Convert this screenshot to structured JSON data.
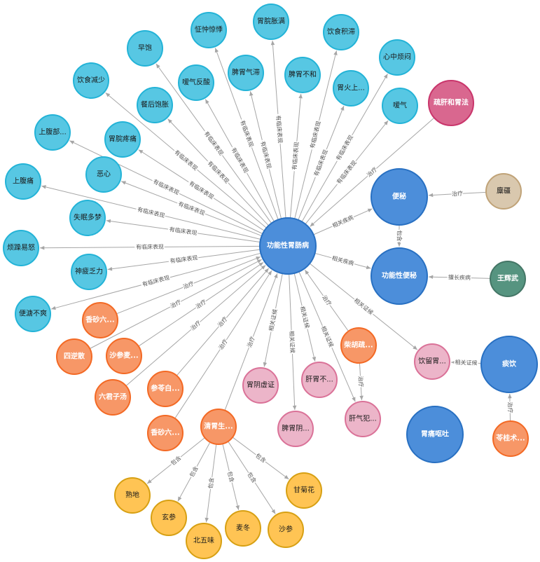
{
  "palette": {
    "symptom": "#57c7e3",
    "symptom_stroke": "#23b3d7",
    "disease": "#4c8eda",
    "disease_stroke": "#2870c2",
    "prescription": "#f79767",
    "prescription_stroke": "#f36924",
    "herb": "#ffc454",
    "herb_stroke": "#d7a013",
    "syndrome": "#ecb5c9",
    "syndrome_stroke": "#da7298",
    "method": "#d9678f",
    "method_stroke": "#c9356b",
    "doctor": "#d9c8ae",
    "doctor_stroke": "#c0a378",
    "expert": "#569480",
    "expert_stroke": "#447666",
    "edge": "#a6a6a6"
  },
  "nodes": {
    "fgid": {
      "label": "功能性胃肠病",
      "type": "disease"
    },
    "bianmi": {
      "label": "便秘",
      "type": "disease"
    },
    "gnxbm": {
      "label": "功能性便秘",
      "type": "disease"
    },
    "tanyin": {
      "label": "痰饮",
      "type": "disease"
    },
    "wtot": {
      "label": "胃痛呕吐",
      "type": "disease"
    },
    "shugan": {
      "label": "疏肝和胃法",
      "type": "method"
    },
    "menggang": {
      "label": "麋疆",
      "type": "doctor"
    },
    "wanghuiwu": {
      "label": "王辉武",
      "type": "expert"
    },
    "zhengchong": {
      "label": "怔忡惊悸",
      "type": "symptom"
    },
    "weiwanzhangman": {
      "label": "胃脘胀满",
      "type": "symptom"
    },
    "yinshijizhi": {
      "label": "饮食积滞",
      "type": "symptom"
    },
    "zaobao": {
      "label": "早饱",
      "type": "symptom"
    },
    "piweiqizhi": {
      "label": "脾胃气滞",
      "type": "symptom"
    },
    "piweibuhe": {
      "label": "脾胃不和",
      "type": "symptom"
    },
    "xinzhongfanmen": {
      "label": "心中烦闷",
      "type": "symptom"
    },
    "yinshijianshao": {
      "label": "饮食减少",
      "type": "symptom"
    },
    "aiqifansuan": {
      "label": "嗳气反酸",
      "type": "symptom"
    },
    "weihuo": {
      "label": "胃火上...",
      "type": "symptom"
    },
    "canhoubaozhang": {
      "label": "餐后饱胀",
      "type": "symptom"
    },
    "aiqi": {
      "label": "嗳气",
      "type": "symptom"
    },
    "shangfubu": {
      "label": "上腹部...",
      "type": "symptom"
    },
    "weiwanzhuotong": {
      "label": "胃脘疼痛",
      "type": "symptom"
    },
    "exin": {
      "label": "恶心",
      "type": "symptom"
    },
    "shangfutong": {
      "label": "上腹痛",
      "type": "symptom"
    },
    "shimianduomeng": {
      "label": "失眠多梦",
      "type": "symptom"
    },
    "fanzaoyinu": {
      "label": "烦躁易怒",
      "type": "symptom"
    },
    "shenpifali": {
      "label": "神疲乏力",
      "type": "symptom"
    },
    "bianchengbushuang": {
      "label": "便溏不爽",
      "type": "symptom"
    },
    "xiangsha6a": {
      "label": "香砂六...",
      "type": "prescription"
    },
    "sinisan": {
      "label": "四逆散",
      "type": "prescription"
    },
    "shashen": {
      "label": "沙参麦...",
      "type": "prescription"
    },
    "liujunzi": {
      "label": "六君子汤",
      "type": "prescription"
    },
    "shenling": {
      "label": "参苓白...",
      "type": "prescription"
    },
    "xiangsha6b": {
      "label": "香砂六...",
      "type": "prescription"
    },
    "qingwei": {
      "label": "清胃生...",
      "type": "prescription"
    },
    "chaihu": {
      "label": "柴胡疏...",
      "type": "prescription"
    },
    "lingguizhu": {
      "label": "苓桂术...",
      "type": "prescription"
    },
    "weiyinxu": {
      "label": "胃阴虚证",
      "type": "syndrome"
    },
    "gangweibuhe": {
      "label": "肝胃不...",
      "type": "syndrome"
    },
    "piweiyin": {
      "label": "脾胃阴...",
      "type": "syndrome"
    },
    "ganqifan": {
      "label": "肝气犯...",
      "type": "syndrome"
    },
    "yinliuwei": {
      "label": "饮留胃...",
      "type": "syndrome"
    },
    "shudi": {
      "label": "熟地",
      "type": "herb"
    },
    "xuanshen": {
      "label": "玄参",
      "type": "herb"
    },
    "beiwuwei": {
      "label": "北五味",
      "type": "herb"
    },
    "maidong": {
      "label": "麦冬",
      "type": "herb"
    },
    "shashen_herb": {
      "label": "沙参",
      "type": "herb"
    },
    "ganjuhua": {
      "label": "甘菊花",
      "type": "herb"
    }
  },
  "edges": [
    {
      "from": "fgid",
      "to": "zhengchong",
      "label": "有临床表现"
    },
    {
      "from": "fgid",
      "to": "weiwanzhangman",
      "label": "有临床表现"
    },
    {
      "from": "fgid",
      "to": "yinshijizhi",
      "label": "有临床表现"
    },
    {
      "from": "fgid",
      "to": "zaobao",
      "label": "有临床表现"
    },
    {
      "from": "fgid",
      "to": "piweiqizhi",
      "label": "有临床表现"
    },
    {
      "from": "fgid",
      "to": "piweibuhe",
      "label": "有临床表现"
    },
    {
      "from": "fgid",
      "to": "xinzhongfanmen",
      "label": "有临床表现"
    },
    {
      "from": "fgid",
      "to": "yinshijianshao",
      "label": "有临床表现"
    },
    {
      "from": "fgid",
      "to": "aiqifansuan",
      "label": "有临床表现"
    },
    {
      "from": "fgid",
      "to": "weihuo",
      "label": "有临床表现"
    },
    {
      "from": "fgid",
      "to": "canhoubaozhang",
      "label": "有临床表现"
    },
    {
      "from": "fgid",
      "to": "aiqi",
      "label": "有临床表现"
    },
    {
      "from": "fgid",
      "to": "shangfubu",
      "label": "有临床表现"
    },
    {
      "from": "fgid",
      "to": "weiwanzhuotong",
      "label": "有临床表现"
    },
    {
      "from": "fgid",
      "to": "exin",
      "label": "有临床表现"
    },
    {
      "from": "fgid",
      "to": "shangfutong",
      "label": "有临床表现"
    },
    {
      "from": "fgid",
      "to": "shimianduomeng",
      "label": "有临床表现"
    },
    {
      "from": "fgid",
      "to": "fanzaoyinu",
      "label": "有临床表现"
    },
    {
      "from": "fgid",
      "to": "shenpifali",
      "label": "有临床表现"
    },
    {
      "from": "fgid",
      "to": "bianchengbushuang",
      "label": "有临床表现"
    },
    {
      "from": "shugan",
      "to": "fgid",
      "label": "治疗"
    },
    {
      "from": "fgid",
      "to": "bianmi",
      "label": "相关疾病"
    },
    {
      "from": "fgid",
      "to": "gnxbm",
      "label": "相关疾病"
    },
    {
      "from": "bianmi",
      "to": "gnxbm",
      "label": "包含"
    },
    {
      "from": "menggang",
      "to": "bianmi",
      "label": "治疗"
    },
    {
      "from": "wanghuiwu",
      "to": "gnxbm",
      "label": "擅长疾病"
    },
    {
      "from": "xiangsha6a",
      "to": "fgid",
      "label": "治疗"
    },
    {
      "from": "sinisan",
      "to": "fgid",
      "label": "治疗"
    },
    {
      "from": "shashen",
      "to": "fgid",
      "label": "治疗"
    },
    {
      "from": "liujunzi",
      "to": "fgid",
      "label": "治疗"
    },
    {
      "from": "shenling",
      "to": "fgid",
      "label": "治疗"
    },
    {
      "from": "xiangsha6b",
      "to": "fgid",
      "label": "治疗"
    },
    {
      "from": "qingwei",
      "to": "fgid",
      "label": "治疗"
    },
    {
      "from": "chaihu",
      "to": "fgid",
      "label": "治疗"
    },
    {
      "from": "fgid",
      "to": "weiyinxu",
      "label": "相关证候"
    },
    {
      "from": "fgid",
      "to": "gangweibuhe",
      "label": "相关证候"
    },
    {
      "from": "fgid",
      "to": "piweiyin",
      "label": "相关证候"
    },
    {
      "from": "fgid",
      "to": "ganqifan",
      "label": "相关证候"
    },
    {
      "from": "fgid",
      "to": "yinliuwei",
      "label": "相关证候"
    },
    {
      "from": "chaihu",
      "to": "ganqifan",
      "label": "治疗"
    },
    {
      "from": "tanyin",
      "to": "yinliuwei",
      "label": "相关证候"
    },
    {
      "from": "lingguizhu",
      "to": "tanyin",
      "label": "治疗"
    },
    {
      "from": "qingwei",
      "to": "shudi",
      "label": "包含"
    },
    {
      "from": "qingwei",
      "to": "xuanshen",
      "label": "包含"
    },
    {
      "from": "qingwei",
      "to": "beiwuwei",
      "label": "包含"
    },
    {
      "from": "qingwei",
      "to": "maidong",
      "label": "包含"
    },
    {
      "from": "qingwei",
      "to": "shashen_herb",
      "label": "包含"
    },
    {
      "from": "qingwei",
      "to": "ganjuhua",
      "label": "包含"
    }
  ]
}
